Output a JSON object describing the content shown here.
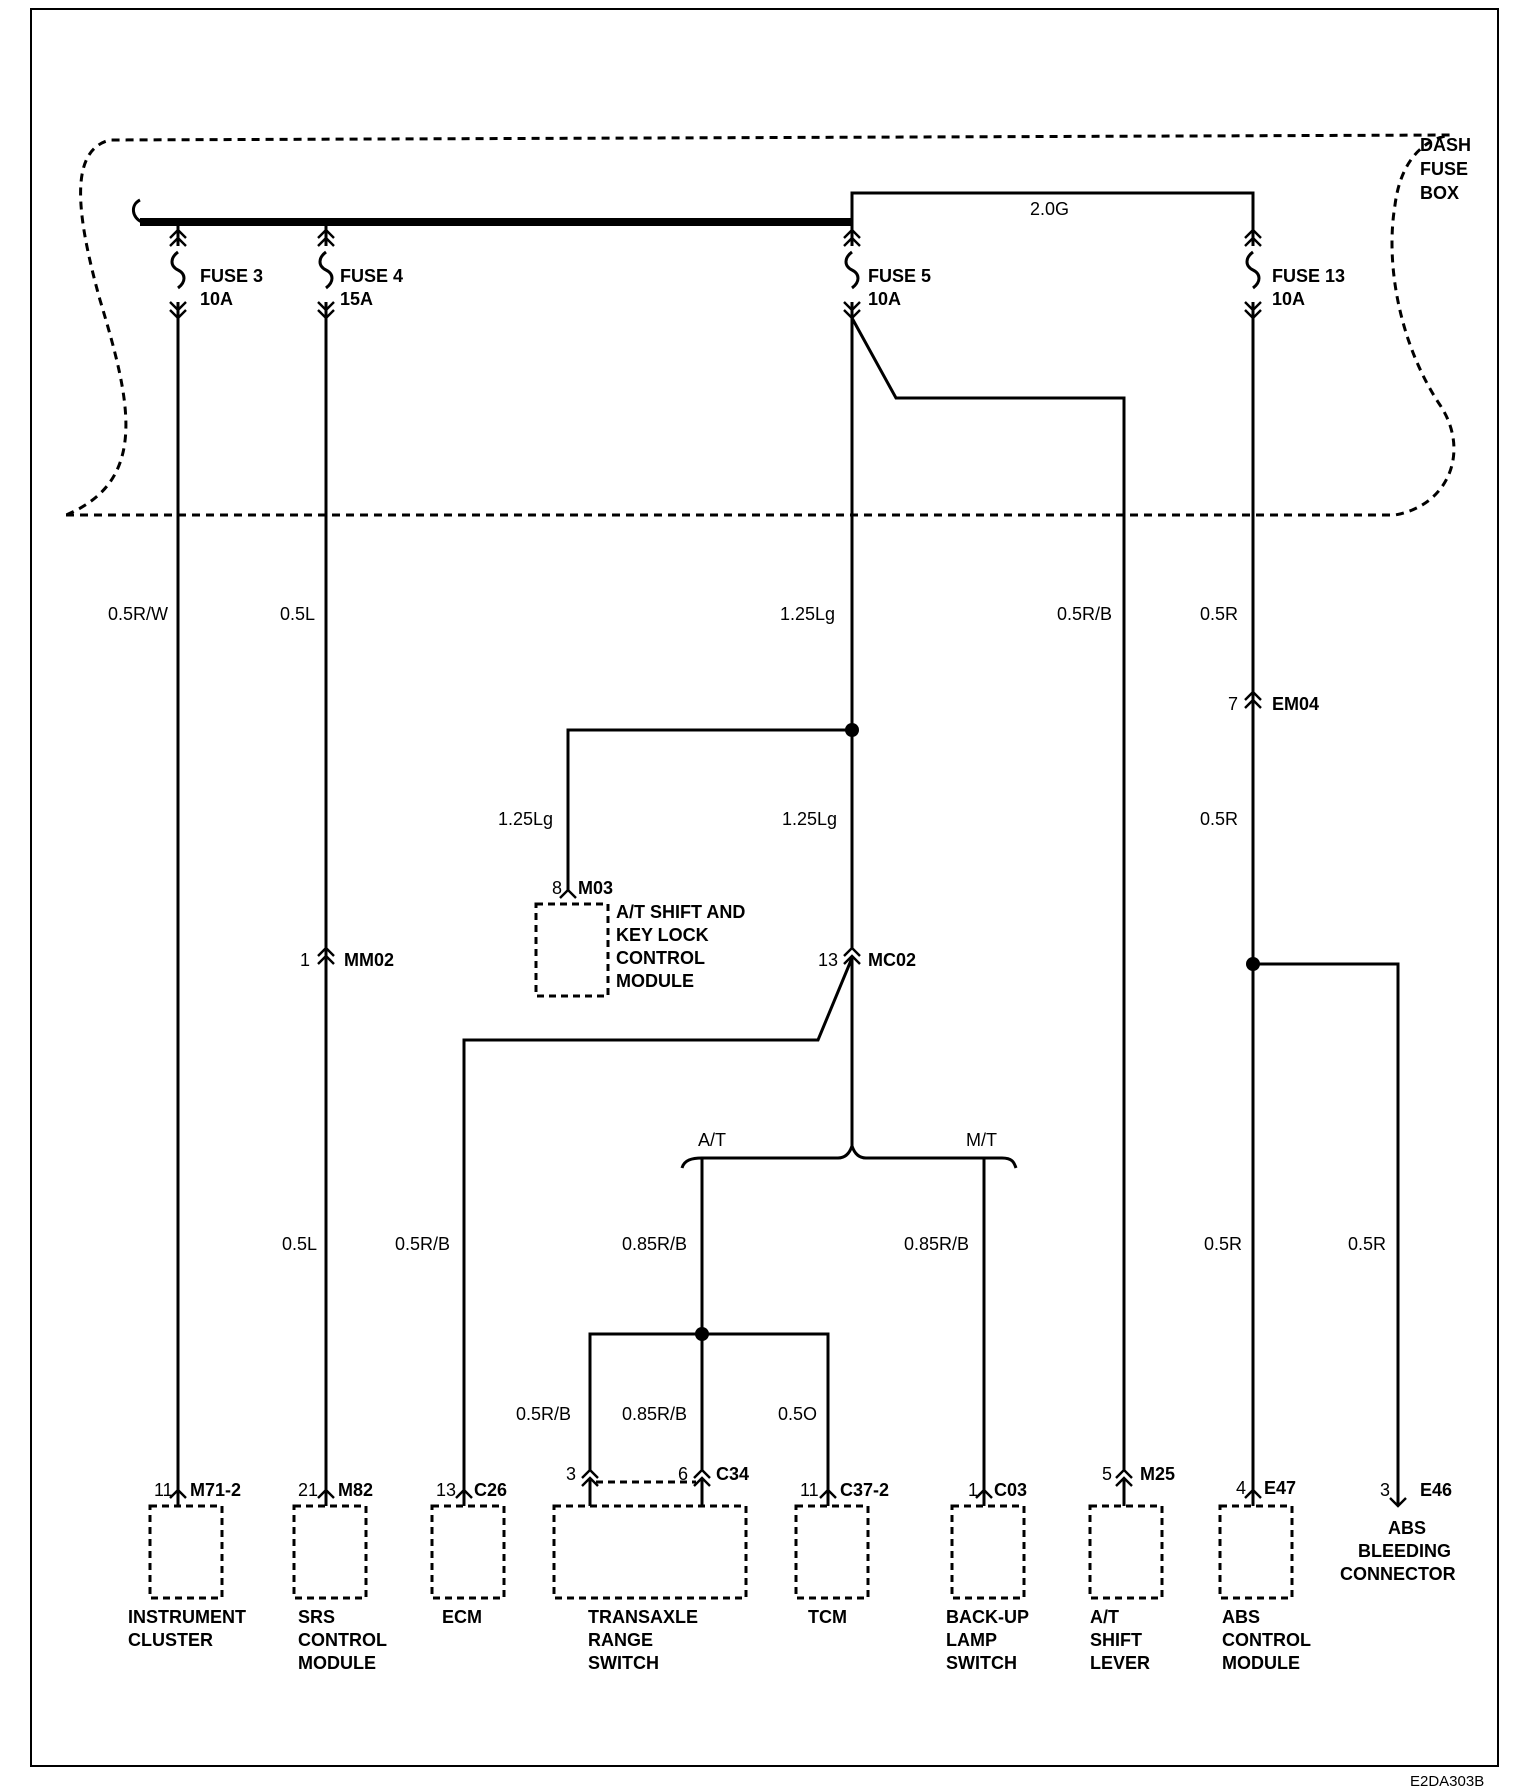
{
  "fuse_box": {
    "label_lines": [
      "DASH",
      "FUSE",
      "BOX"
    ],
    "bus_wire": "2.0G"
  },
  "fuses": [
    {
      "name": "FUSE 3",
      "rating": "10A"
    },
    {
      "name": "FUSE 4",
      "rating": "15A"
    },
    {
      "name": "FUSE 5",
      "rating": "10A"
    },
    {
      "name": "FUSE 13",
      "rating": "10A"
    }
  ],
  "wires": {
    "w_fuse3": "0.5R/W",
    "w_fuse4_top": "0.5L",
    "w_fuse4_bottom": "0.5L",
    "w_fuse5_top": "1.25Lg",
    "w_m03": "1.25Lg",
    "w_fuse5_mid": "1.25Lg",
    "w_ecm": "0.5R/B",
    "w_at": "0.85R/B",
    "w_mt": "0.85R/B",
    "w_tr_left": "0.5R/B",
    "w_tr_mid": "0.85R/B",
    "w_tcm": "0.5O",
    "w_shift_lever": "0.5R/B",
    "w_fuse13_top": "0.5R",
    "w_fuse13_mid": "0.5R",
    "w_abs_module": "0.5R",
    "w_abs_bleed": "0.5R"
  },
  "inline_connectors": [
    {
      "id": "MM02",
      "pin": "1"
    },
    {
      "id": "MC02",
      "pin": "13"
    },
    {
      "id": "EM04",
      "pin": "7"
    }
  ],
  "branch_labels": {
    "at": "A/T",
    "mt": "M/T"
  },
  "components": [
    {
      "key": "instrument_cluster",
      "connector": "M71-2",
      "pin": "11",
      "name_lines": [
        "INSTRUMENT",
        "CLUSTER"
      ]
    },
    {
      "key": "srs_module",
      "connector": "M82",
      "pin": "21",
      "name_lines": [
        "SRS",
        "CONTROL",
        "MODULE"
      ]
    },
    {
      "key": "ecm",
      "connector": "C26",
      "pin": "13",
      "name_lines": [
        "ECM"
      ]
    },
    {
      "key": "transaxle_range_switch",
      "connector": "C34",
      "pins": [
        "3",
        "6"
      ],
      "name_lines": [
        "TRANSAXLE",
        "RANGE",
        "SWITCH"
      ]
    },
    {
      "key": "tcm",
      "connector": "C37-2",
      "pin": "11",
      "name_lines": [
        "TCM"
      ]
    },
    {
      "key": "backup_lamp_switch",
      "connector": "C03",
      "pin": "1",
      "name_lines": [
        "BACK-UP",
        "LAMP",
        "SWITCH"
      ]
    },
    {
      "key": "at_shift_lever",
      "connector": "M25",
      "pin": "5",
      "name_lines": [
        "A/T",
        "SHIFT",
        "LEVER"
      ]
    },
    {
      "key": "abs_control_module",
      "connector": "E47",
      "pin": "4",
      "name_lines": [
        "ABS",
        "CONTROL",
        "MODULE"
      ]
    },
    {
      "key": "abs_bleeding_connector",
      "connector": "E46",
      "pin": "3",
      "name_lines": [
        "ABS",
        "BLEEDING",
        "CONNECTOR"
      ]
    },
    {
      "key": "at_shift_key_lock",
      "connector": "M03",
      "pin": "8",
      "name_lines": [
        "A/T SHIFT AND",
        "KEY LOCK",
        "CONTROL",
        "MODULE"
      ]
    }
  ],
  "figure_code": "E2DA303B"
}
